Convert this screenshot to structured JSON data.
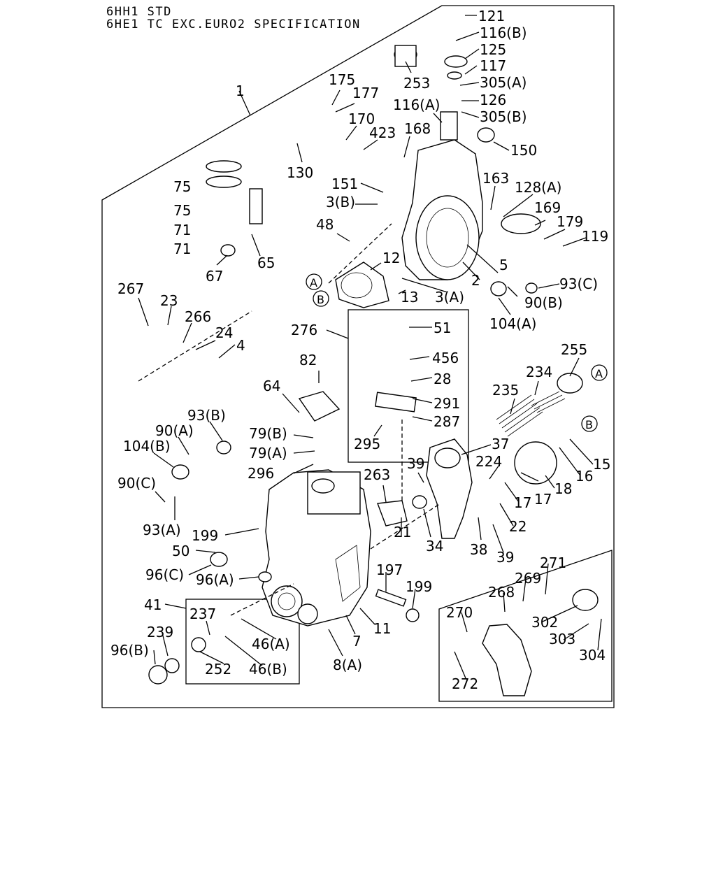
{
  "header": {
    "line1": "6HH1 STD",
    "line2": "6HE1 TC EXC.EURO2 SPECIFICATION"
  },
  "callouts": {
    "A": "A",
    "B": "B"
  },
  "labels": [
    {
      "id": "121",
      "text": "121"
    },
    {
      "id": "116B",
      "text": "116(B)"
    },
    {
      "id": "125",
      "text": "125"
    },
    {
      "id": "117",
      "text": "117"
    },
    {
      "id": "305A",
      "text": "305(A)"
    },
    {
      "id": "126",
      "text": "126"
    },
    {
      "id": "305B",
      "text": "305(B)"
    },
    {
      "id": "116A",
      "text": "116(A)"
    },
    {
      "id": "253",
      "text": "253"
    },
    {
      "id": "150",
      "text": "150"
    },
    {
      "id": "168",
      "text": "168"
    },
    {
      "id": "175",
      "text": "175"
    },
    {
      "id": "177",
      "text": "177"
    },
    {
      "id": "170",
      "text": "170"
    },
    {
      "id": "423",
      "text": "423"
    },
    {
      "id": "1",
      "text": "1"
    },
    {
      "id": "130",
      "text": "130"
    },
    {
      "id": "163",
      "text": "163"
    },
    {
      "id": "128A",
      "text": "128(A)"
    },
    {
      "id": "169",
      "text": "169"
    },
    {
      "id": "179",
      "text": "179"
    },
    {
      "id": "119",
      "text": "119"
    },
    {
      "id": "75a",
      "text": "75"
    },
    {
      "id": "75b",
      "text": "75"
    },
    {
      "id": "71a",
      "text": "71"
    },
    {
      "id": "71b",
      "text": "71"
    },
    {
      "id": "151",
      "text": "151"
    },
    {
      "id": "3B",
      "text": "3(B)"
    },
    {
      "id": "48",
      "text": "48"
    },
    {
      "id": "12",
      "text": "12"
    },
    {
      "id": "5",
      "text": "5"
    },
    {
      "id": "65",
      "text": "65"
    },
    {
      "id": "67",
      "text": "67"
    },
    {
      "id": "2",
      "text": "2"
    },
    {
      "id": "93C",
      "text": "93(C)"
    },
    {
      "id": "13",
      "text": "13"
    },
    {
      "id": "3A",
      "text": "3(A)"
    },
    {
      "id": "90B",
      "text": "90(B)"
    },
    {
      "id": "104A",
      "text": "104(A)"
    },
    {
      "id": "267",
      "text": "267"
    },
    {
      "id": "23",
      "text": "23"
    },
    {
      "id": "266",
      "text": "266"
    },
    {
      "id": "24",
      "text": "24"
    },
    {
      "id": "4",
      "text": "4"
    },
    {
      "id": "276",
      "text": "276"
    },
    {
      "id": "51",
      "text": "51"
    },
    {
      "id": "456",
      "text": "456"
    },
    {
      "id": "28",
      "text": "28"
    },
    {
      "id": "291",
      "text": "291"
    },
    {
      "id": "287",
      "text": "287"
    },
    {
      "id": "295",
      "text": "295"
    },
    {
      "id": "255",
      "text": "255"
    },
    {
      "id": "234",
      "text": "234"
    },
    {
      "id": "235",
      "text": "235"
    },
    {
      "id": "82",
      "text": "82"
    },
    {
      "id": "64",
      "text": "64"
    },
    {
      "id": "93B",
      "text": "93(B)"
    },
    {
      "id": "90A",
      "text": "90(A)"
    },
    {
      "id": "104B",
      "text": "104(B)"
    },
    {
      "id": "79B",
      "text": "79(B)"
    },
    {
      "id": "79A",
      "text": "79(A)"
    },
    {
      "id": "296",
      "text": "296"
    },
    {
      "id": "37",
      "text": "37"
    },
    {
      "id": "15",
      "text": "15"
    },
    {
      "id": "16",
      "text": "16"
    },
    {
      "id": "224",
      "text": "224"
    },
    {
      "id": "18",
      "text": "18"
    },
    {
      "id": "90C",
      "text": "90(C)"
    },
    {
      "id": "39a",
      "text": "39"
    },
    {
      "id": "263",
      "text": "263"
    },
    {
      "id": "17a",
      "text": "17"
    },
    {
      "id": "17b",
      "text": "17"
    },
    {
      "id": "22",
      "text": "22"
    },
    {
      "id": "93A",
      "text": "93(A)"
    },
    {
      "id": "199a",
      "text": "199"
    },
    {
      "id": "21",
      "text": "21"
    },
    {
      "id": "34",
      "text": "34"
    },
    {
      "id": "38",
      "text": "38"
    },
    {
      "id": "39b",
      "text": "39"
    },
    {
      "id": "50",
      "text": "50"
    },
    {
      "id": "96C",
      "text": "96(C)"
    },
    {
      "id": "96A",
      "text": "96(A)"
    },
    {
      "id": "197",
      "text": "197"
    },
    {
      "id": "199b",
      "text": "199"
    },
    {
      "id": "271",
      "text": "271"
    },
    {
      "id": "269",
      "text": "269"
    },
    {
      "id": "268",
      "text": "268"
    },
    {
      "id": "270",
      "text": "270"
    },
    {
      "id": "302",
      "text": "302"
    },
    {
      "id": "303",
      "text": "303"
    },
    {
      "id": "304",
      "text": "304"
    },
    {
      "id": "272",
      "text": "272"
    },
    {
      "id": "41",
      "text": "41"
    },
    {
      "id": "237",
      "text": "237"
    },
    {
      "id": "46A",
      "text": "46(A)"
    },
    {
      "id": "46B",
      "text": "46(B)"
    },
    {
      "id": "252",
      "text": "252"
    },
    {
      "id": "239",
      "text": "239"
    },
    {
      "id": "96B",
      "text": "96(B)"
    },
    {
      "id": "8A",
      "text": "8(A)"
    },
    {
      "id": "7",
      "text": "7"
    },
    {
      "id": "11",
      "text": "11"
    }
  ]
}
